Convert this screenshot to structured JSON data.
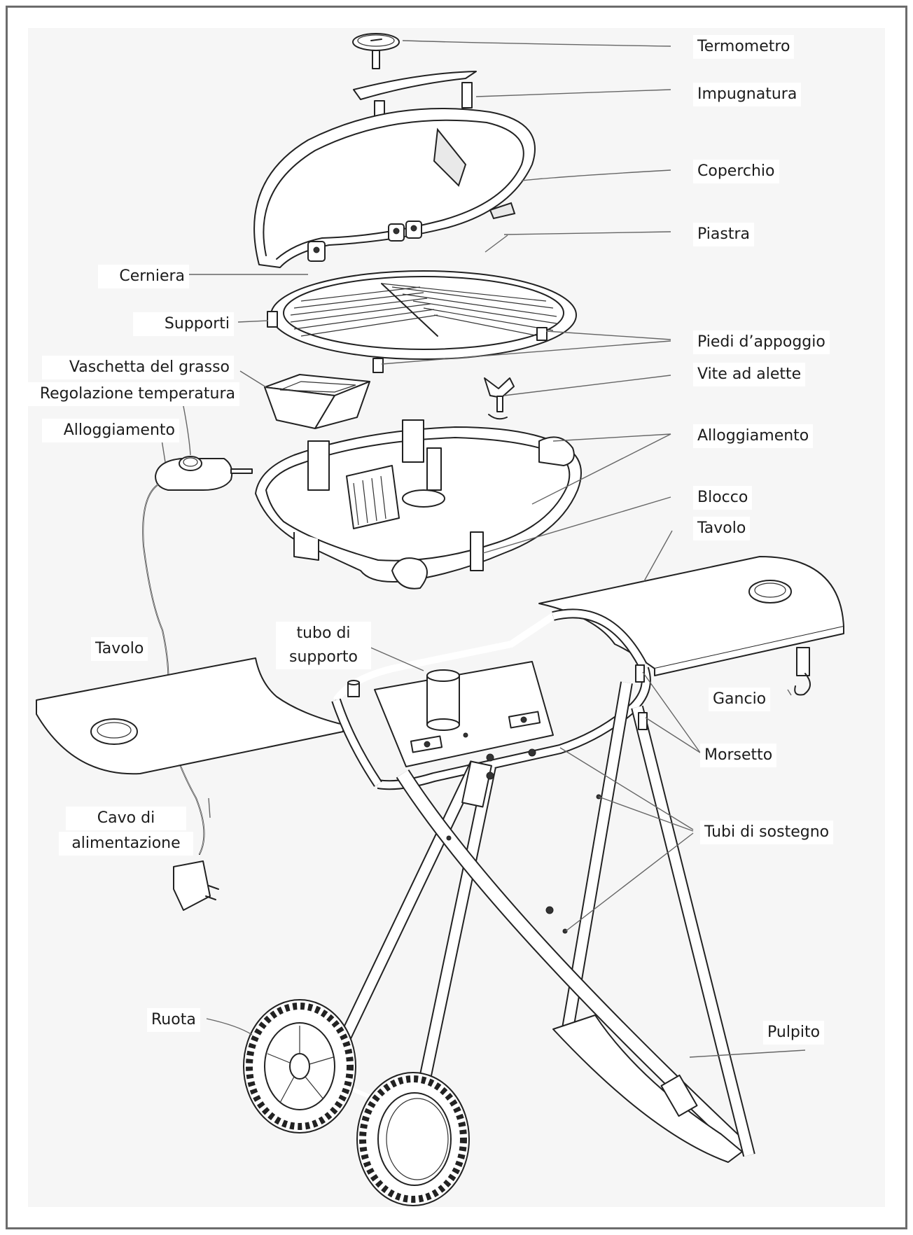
{
  "labels": {
    "termometro": "Termometro",
    "impugnatura": "Impugnatura",
    "coperchio": "Coperchio",
    "piastra": "Piastra",
    "cerniera": "Cerniera",
    "supporti": "Supporti",
    "piedi_appoggio": "Piedi d’appoggio",
    "vite_alette": "Vite ad alette",
    "vaschetta_grasso": "Vaschetta del grasso",
    "regolazione_temperatura": "Regolazione temperatura",
    "alloggiamento_left": "Alloggiamento",
    "alloggiamento_right": "Alloggiamento",
    "blocco": "Blocco",
    "tavolo_right": "Tavolo",
    "tubo_supporto_line1": "tubo di",
    "tubo_supporto_line2": "supporto",
    "tavolo_left": "Tavolo",
    "gancio": "Gancio",
    "morsetto": "Morsetto",
    "cavo_line1": "Cavo di",
    "cavo_line2": "alimentazione",
    "tubi_sostegno": "Tubi di sostegno",
    "ruota": "Ruota",
    "pulpito": "Pulpito"
  },
  "colors": {
    "line": "#222222",
    "leader": "#666666",
    "panel": "#f6f6f6",
    "frame": "#6c6c6c"
  }
}
